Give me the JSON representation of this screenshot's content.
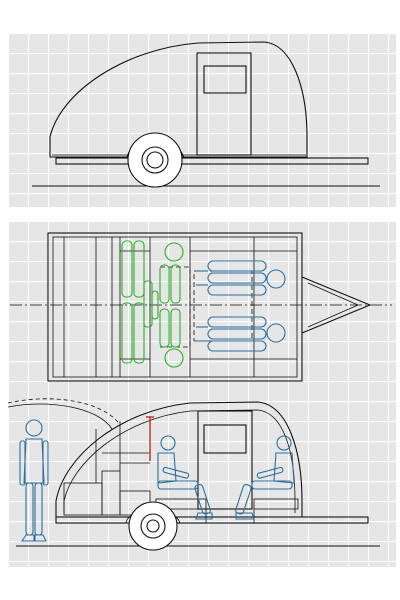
{
  "drawing": {
    "views": [
      "side-elevation",
      "top-plan",
      "side-section"
    ],
    "colors": {
      "background": "#e6e6e6",
      "grid": "#ffffff",
      "outline": "#111111",
      "figure_blue": "#2b6f9e",
      "figure_green": "#28b028",
      "accent_red": "#d42020"
    }
  }
}
